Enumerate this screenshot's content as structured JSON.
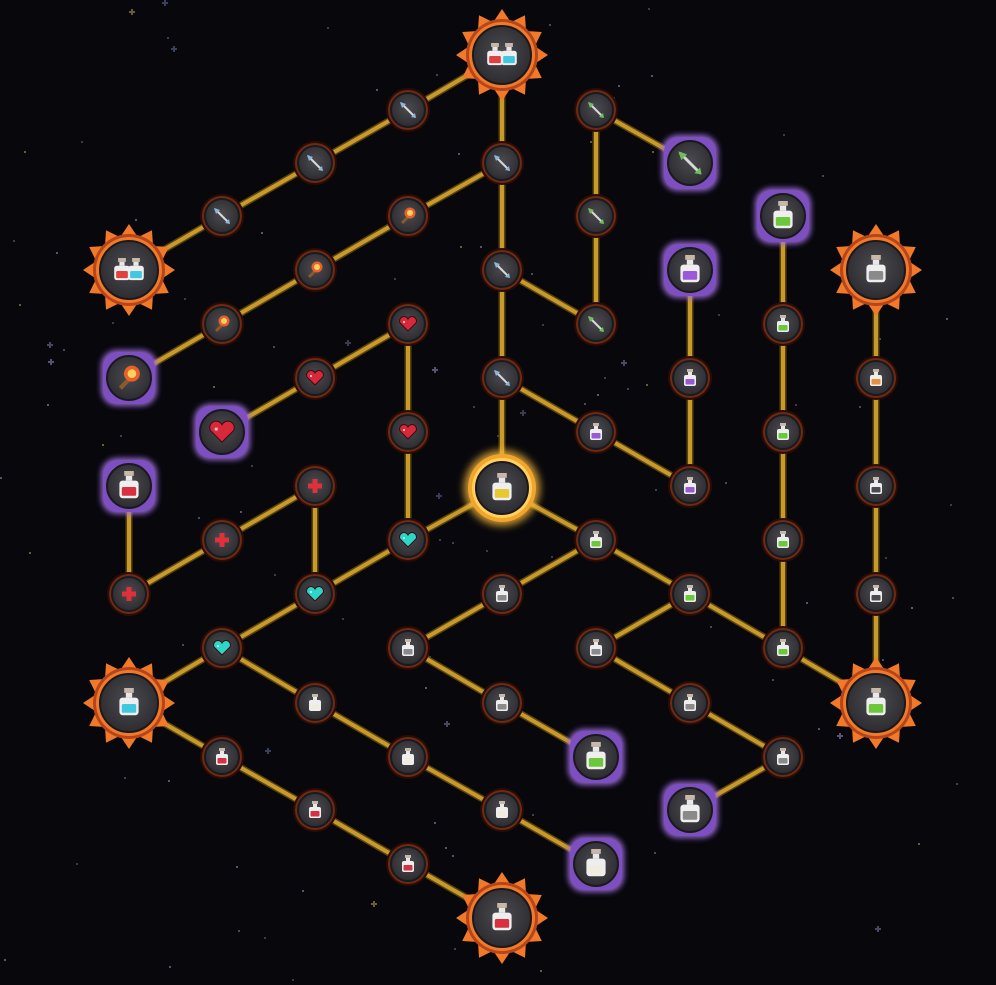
{
  "screen": {
    "name": "Skill Tree"
  },
  "colors": {
    "background": "#07070c",
    "link": "#c79a2a",
    "link_shadow": "#5a4310",
    "node_fill": "#3a3a3e",
    "node_ring": "#6e2a12",
    "small_ring_outer": "#2a0c05",
    "major_sun": "#f07a2a",
    "major_sun_dark": "#b8441a",
    "notable_glow": "#9b6bd6",
    "center_glow": "#f5b73a"
  },
  "skill_tree": {
    "nodes": [
      {
        "id": "major-top",
        "type": "major",
        "icon": "double-potion-icon"
      },
      {
        "id": "major-left",
        "type": "major",
        "icon": "double-potion-icon"
      },
      {
        "id": "major-right",
        "type": "major",
        "icon": "white-potion-icon"
      },
      {
        "id": "major-lower-left",
        "type": "major",
        "icon": "cyan-potion-icon"
      },
      {
        "id": "major-lower-right",
        "type": "major",
        "icon": "green-potion-icon"
      },
      {
        "id": "major-bottom",
        "type": "major",
        "icon": "red-potion-icon"
      },
      {
        "id": "center",
        "type": "center",
        "icon": "yellow-potion-icon"
      },
      {
        "id": "n-arrow-a1",
        "type": "small",
        "icon": "arrow-icon"
      },
      {
        "id": "n-arrow-a2",
        "type": "small",
        "icon": "arrow-icon"
      },
      {
        "id": "n-arrow-a3",
        "type": "small",
        "icon": "arrow-icon"
      },
      {
        "id": "n-fire-1",
        "type": "small",
        "icon": "fire-icon"
      },
      {
        "id": "n-fire-2",
        "type": "small",
        "icon": "fire-icon"
      },
      {
        "id": "n-fire-3",
        "type": "small",
        "icon": "fire-icon"
      },
      {
        "id": "notable-fire",
        "type": "notable",
        "icon": "fire-icon"
      },
      {
        "id": "n-heart-1",
        "type": "small",
        "icon": "heart-icon"
      },
      {
        "id": "n-heart-2",
        "type": "small",
        "icon": "heart-icon"
      },
      {
        "id": "n-heart-3",
        "type": "small",
        "icon": "heart-icon"
      },
      {
        "id": "notable-heart",
        "type": "notable",
        "icon": "heart-icon"
      },
      {
        "id": "notable-red-potion",
        "type": "notable",
        "icon": "red-potion-icon"
      },
      {
        "id": "n-cross-1",
        "type": "small",
        "icon": "cross-icon"
      },
      {
        "id": "n-cross-2",
        "type": "small",
        "icon": "cross-icon"
      },
      {
        "id": "n-cross-3",
        "type": "small",
        "icon": "cross-icon"
      },
      {
        "id": "n-cyanheart-1",
        "type": "small",
        "icon": "cyan-heart-icon"
      },
      {
        "id": "n-cyanheart-2",
        "type": "small",
        "icon": "cyan-heart-icon"
      },
      {
        "id": "n-cyanheart-3",
        "type": "small",
        "icon": "cyan-heart-icon"
      },
      {
        "id": "n-arrow-b1",
        "type": "small",
        "icon": "arrow-icon"
      },
      {
        "id": "n-arrow-b2",
        "type": "small",
        "icon": "arrow-icon"
      },
      {
        "id": "n-arrow-b3",
        "type": "small",
        "icon": "arrow-icon"
      },
      {
        "id": "n-greenarrow-1",
        "type": "small",
        "icon": "green-arrow-icon"
      },
      {
        "id": "n-greenarrow-2",
        "type": "small",
        "icon": "green-arrow-icon"
      },
      {
        "id": "n-greenarrow-3",
        "type": "small",
        "icon": "green-arrow-icon"
      },
      {
        "id": "notable-greenarrow",
        "type": "notable",
        "icon": "green-arrow-icon"
      },
      {
        "id": "notable-purple-potion",
        "type": "notable",
        "icon": "purple-potion-icon"
      },
      {
        "id": "n-purple-1",
        "type": "small",
        "icon": "purple-potion-icon"
      },
      {
        "id": "n-purple-2",
        "type": "small",
        "icon": "purple-potion-icon"
      },
      {
        "id": "n-purple-3",
        "type": "small",
        "icon": "purple-potion-icon"
      },
      {
        "id": "notable-green-potion",
        "type": "notable",
        "icon": "green-potion-icon"
      },
      {
        "id": "n-green-1",
        "type": "small",
        "icon": "green-potion-icon"
      },
      {
        "id": "n-green-2",
        "type": "small",
        "icon": "green-potion-icon"
      },
      {
        "id": "n-green-3",
        "type": "small",
        "icon": "green-potion-icon"
      },
      {
        "id": "n-green-4",
        "type": "small",
        "icon": "green-potion-icon"
      },
      {
        "id": "n-green-5",
        "type": "small",
        "icon": "green-potion-icon"
      },
      {
        "id": "n-green-6",
        "type": "small",
        "icon": "green-potion-icon"
      },
      {
        "id": "n-orange-1",
        "type": "small",
        "icon": "orange-potion-icon"
      },
      {
        "id": "n-gray-1",
        "type": "small",
        "icon": "gray-potion-icon"
      },
      {
        "id": "n-gray-2",
        "type": "small",
        "icon": "gray-potion-icon"
      },
      {
        "id": "n-white-1",
        "type": "small",
        "icon": "white-potion-icon"
      },
      {
        "id": "n-white-2",
        "type": "small",
        "icon": "white-potion-icon"
      },
      {
        "id": "n-white-3",
        "type": "small",
        "icon": "white-potion-icon"
      },
      {
        "id": "n-white-4",
        "type": "small",
        "icon": "white-potion-icon"
      },
      {
        "id": "n-white-5",
        "type": "small",
        "icon": "white-potion-icon"
      },
      {
        "id": "notable-green-potion-2",
        "type": "notable",
        "icon": "green-potion-icon"
      },
      {
        "id": "n-cream-1",
        "type": "small",
        "icon": "cream-potion-icon"
      },
      {
        "id": "n-cream-2",
        "type": "small",
        "icon": "cream-potion-icon"
      },
      {
        "id": "n-cream-3",
        "type": "small",
        "icon": "cream-potion-icon"
      },
      {
        "id": "notable-cream-potion",
        "type": "notable",
        "icon": "cream-potion-icon"
      },
      {
        "id": "n-red-1",
        "type": "small",
        "icon": "red-potion-icon"
      },
      {
        "id": "n-red-2",
        "type": "small",
        "icon": "red-potion-icon"
      },
      {
        "id": "n-red-3",
        "type": "small",
        "icon": "red-potion-icon"
      },
      {
        "id": "n-white-r1",
        "type": "small",
        "icon": "white-potion-icon"
      },
      {
        "id": "n-white-r2",
        "type": "small",
        "icon": "white-potion-icon"
      },
      {
        "id": "notable-white-potion",
        "type": "notable",
        "icon": "white-potion-icon"
      }
    ],
    "links": [
      [
        "major-top",
        "n-arrow-a1"
      ],
      [
        "n-arrow-a1",
        "n-arrow-a2"
      ],
      [
        "n-arrow-a2",
        "n-arrow-a3"
      ],
      [
        "n-arrow-a3",
        "major-left"
      ],
      [
        "major-top",
        "n-arrow-b1"
      ],
      [
        "n-arrow-b1",
        "n-arrow-b2"
      ],
      [
        "n-arrow-b2",
        "n-arrow-b3"
      ],
      [
        "n-arrow-b3",
        "center"
      ],
      [
        "n-arrow-b1",
        "n-fire-1"
      ],
      [
        "n-fire-1",
        "n-fire-2"
      ],
      [
        "n-fire-2",
        "n-fire-3"
      ],
      [
        "n-fire-3",
        "notable-fire"
      ],
      [
        "n-arrow-b2",
        "n-greenarrow-3"
      ],
      [
        "n-greenarrow-3",
        "n-greenarrow-2"
      ],
      [
        "n-greenarrow-2",
        "n-greenarrow-1"
      ],
      [
        "n-greenarrow-1",
        "notable-greenarrow"
      ],
      [
        "n-heart-1",
        "n-heart-2"
      ],
      [
        "n-heart-2",
        "notable-heart"
      ],
      [
        "n-heart-1",
        "n-heart-3"
      ],
      [
        "n-heart-3",
        "n-cyanheart-1"
      ],
      [
        "center",
        "n-cyanheart-1"
      ],
      [
        "n-cyanheart-1",
        "n-cyanheart-2"
      ],
      [
        "n-cyanheart-2",
        "n-cyanheart-3"
      ],
      [
        "n-cyanheart-3",
        "major-lower-left"
      ],
      [
        "n-cross-1",
        "n-cyanheart-2"
      ],
      [
        "n-cross-1",
        "n-cross-2"
      ],
      [
        "n-cross-2",
        "n-cross-3"
      ],
      [
        "n-cross-3",
        "notable-red-potion"
      ],
      [
        "n-arrow-b3",
        "n-purple-1"
      ],
      [
        "n-purple-1",
        "n-purple-3"
      ],
      [
        "n-purple-3",
        "n-purple-2"
      ],
      [
        "n-purple-2",
        "notable-purple-potion"
      ],
      [
        "notable-green-potion",
        "n-green-1"
      ],
      [
        "n-green-1",
        "n-green-2"
      ],
      [
        "n-green-2",
        "n-green-3"
      ],
      [
        "n-green-3",
        "n-green-6"
      ],
      [
        "n-green-6",
        "major-lower-right"
      ],
      [
        "major-right",
        "n-orange-1"
      ],
      [
        "n-orange-1",
        "n-gray-1"
      ],
      [
        "n-gray-1",
        "n-gray-2"
      ],
      [
        "n-gray-2",
        "major-lower-right"
      ],
      [
        "center",
        "n-green-4"
      ],
      [
        "n-green-4",
        "n-green-5"
      ],
      [
        "n-green-5",
        "n-green-6"
      ],
      [
        "n-green-4",
        "n-white-1"
      ],
      [
        "n-white-1",
        "n-white-2"
      ],
      [
        "n-white-2",
        "n-white-3"
      ],
      [
        "n-white-3",
        "notable-green-potion-2"
      ],
      [
        "n-green-5",
        "n-white-4"
      ],
      [
        "n-white-4",
        "n-white-5"
      ],
      [
        "n-white-5",
        "n-white-r1"
      ],
      [
        "n-white-r1",
        "notable-white-potion"
      ],
      [
        "n-cyanheart-3",
        "n-cream-1"
      ],
      [
        "n-cream-1",
        "n-cream-2"
      ],
      [
        "n-cream-2",
        "n-cream-3"
      ],
      [
        "n-cream-3",
        "notable-cream-potion"
      ],
      [
        "major-lower-left",
        "n-red-1"
      ],
      [
        "n-red-1",
        "n-red-2"
      ],
      [
        "n-red-2",
        "n-red-3"
      ],
      [
        "n-red-3",
        "major-bottom"
      ]
    ]
  }
}
